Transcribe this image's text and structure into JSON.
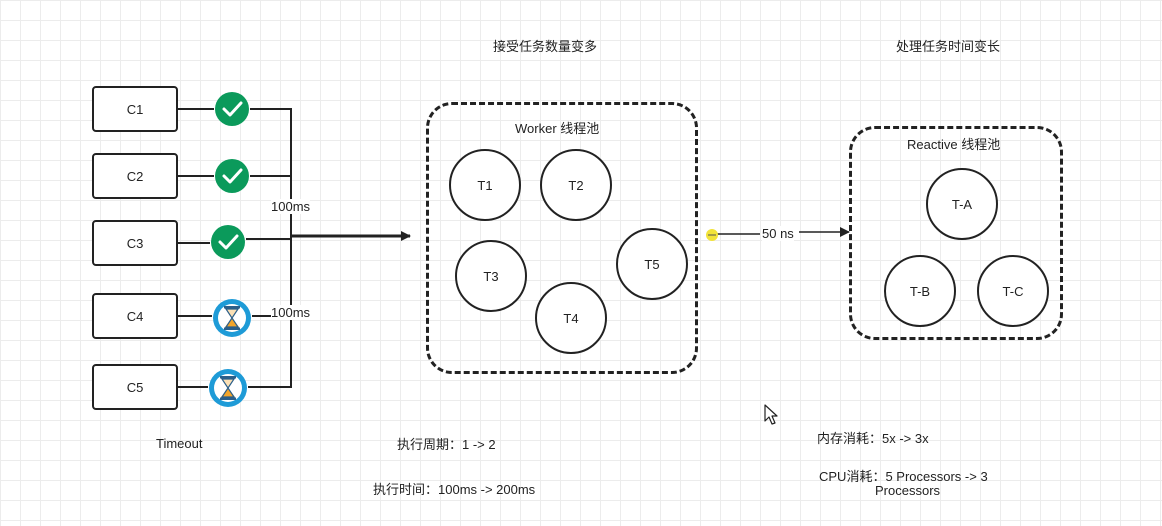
{
  "headings": {
    "worker_more_tasks": "接受任务数量变多",
    "reactive_longer_time": "处理任务时间变长"
  },
  "clients": [
    {
      "label": "C1",
      "status": "check"
    },
    {
      "label": "C2",
      "status": "check"
    },
    {
      "label": "C3",
      "status": "check"
    },
    {
      "label": "C4",
      "status": "hourglass"
    },
    {
      "label": "C5",
      "status": "hourglass"
    }
  ],
  "edge_labels": {
    "upper_latency": "100ms",
    "lower_latency": "100ms",
    "reactive_latency": "50 ns"
  },
  "timeout_label": "Timeout",
  "worker_pool": {
    "title": "Worker 线程池",
    "threads": [
      "T1",
      "T2",
      "T3",
      "T4",
      "T5"
    ]
  },
  "reactive_pool": {
    "title": "Reactive 线程池",
    "threads": [
      "T-A",
      "T-B",
      "T-C"
    ]
  },
  "notes": {
    "exec_cycle": "执行周期：1 -> 2",
    "exec_time": "执行时间：100ms -> 200ms",
    "memory": "内存消耗：5x -> 3x",
    "cpu_line1": "CPU消耗：5 Processors -> 3",
    "cpu_line2": "Processors"
  },
  "colors": {
    "success": "#0b9a5b",
    "hourglass_ring": "#1e9bd7",
    "hourglass_sand": "#f4a52a",
    "cursor_dot": "#f2e33a"
  }
}
